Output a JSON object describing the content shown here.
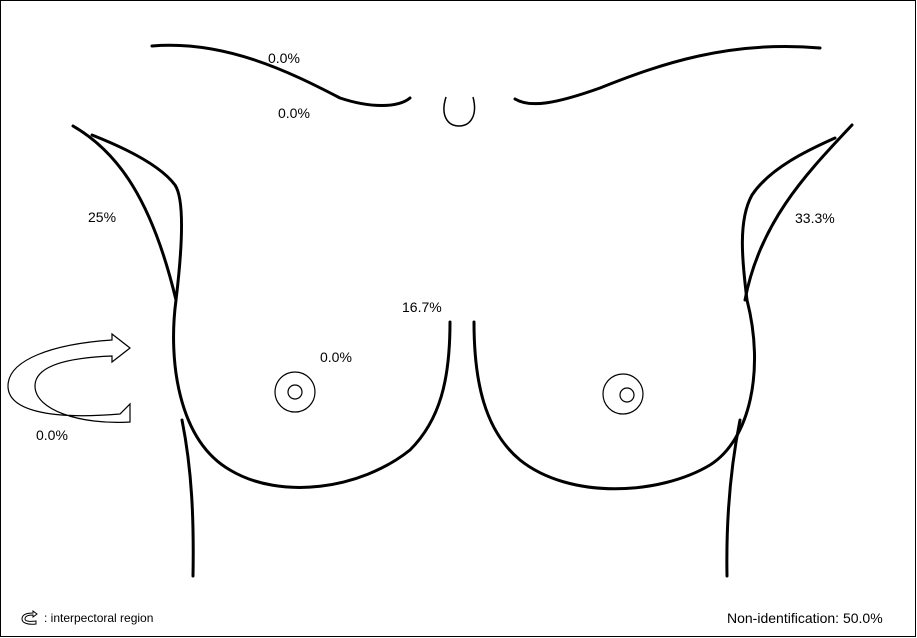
{
  "regions": {
    "clavicle_upper": "0.0%",
    "clavicle_lower": "0.0%",
    "left_axilla": "25%",
    "right_axilla": "33.3%",
    "central": "16.7%",
    "left_breast": "0.0%",
    "interpectoral": "0.0%"
  },
  "legend": {
    "icon": "curved-arrow-icon",
    "label": ": interpectoral region"
  },
  "non_identification": "Non-identification: 50.0%",
  "colors": {
    "line": "#000000",
    "background": "#ffffff"
  }
}
